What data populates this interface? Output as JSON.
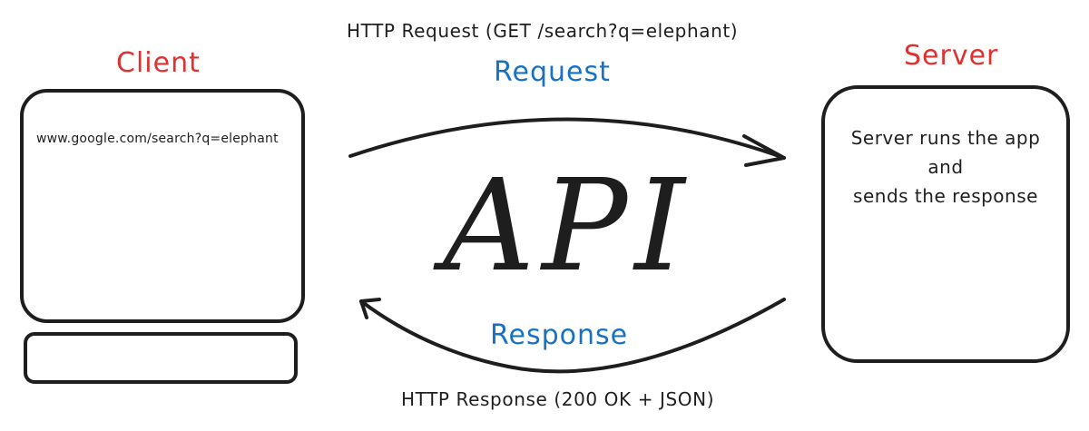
{
  "client": {
    "label": "Client",
    "screen_text": "www.google.com/search?q=elephant"
  },
  "server": {
    "label": "Server",
    "line1": "Server runs the app",
    "line2": "and",
    "line3": "sends the response"
  },
  "center": {
    "title": "API"
  },
  "request": {
    "label": "Request",
    "caption": "HTTP Request (GET /search?q=elephant)"
  },
  "response": {
    "label": "Response",
    "caption": "HTTP Response (200 OK + JSON)"
  },
  "colors": {
    "red": "#e03131",
    "blue": "#1971c2",
    "stroke": "#1e1e1e"
  }
}
